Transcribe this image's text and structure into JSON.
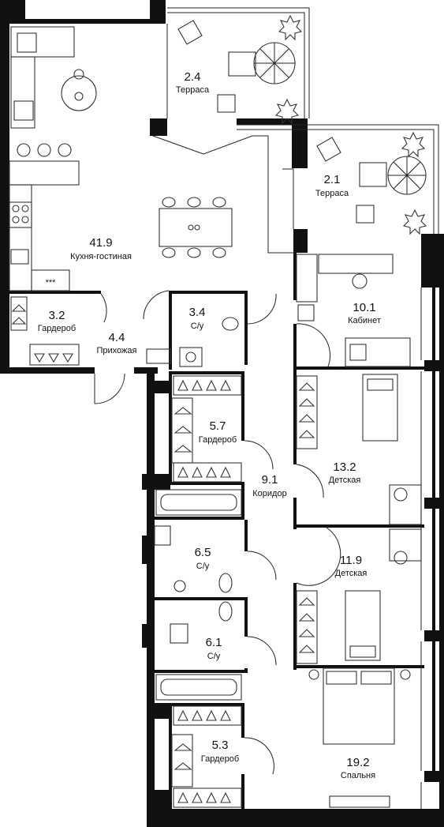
{
  "rooms": [
    {
      "id": "kitchen",
      "area": "41.9",
      "name": "Кухня-гостиная"
    },
    {
      "id": "terrace1",
      "area": "2.4",
      "name": "Терраса"
    },
    {
      "id": "terrace2",
      "area": "2.1",
      "name": "Терраса"
    },
    {
      "id": "wardrobe1",
      "area": "3.2",
      "name": "Гардероб"
    },
    {
      "id": "hall",
      "area": "4.4",
      "name": "Прихожая"
    },
    {
      "id": "wc1",
      "area": "3.4",
      "name": "С/у"
    },
    {
      "id": "cabinet",
      "area": "10.1",
      "name": "Кабинет"
    },
    {
      "id": "wardrobe2",
      "area": "5.7",
      "name": "Гардероб"
    },
    {
      "id": "corridor",
      "area": "9.1",
      "name": "Коридор"
    },
    {
      "id": "kids1",
      "area": "13.2",
      "name": "Детская"
    },
    {
      "id": "wc2",
      "area": "6.5",
      "name": "С/у"
    },
    {
      "id": "kids2",
      "area": "11.9",
      "name": "Детская"
    },
    {
      "id": "wc3",
      "area": "6.1",
      "name": "С/у"
    },
    {
      "id": "wardrobe3",
      "area": "5.3",
      "name": "Гардероб"
    },
    {
      "id": "bedroom",
      "area": "19.2",
      "name": "Спальня"
    }
  ],
  "stove_label": "***"
}
